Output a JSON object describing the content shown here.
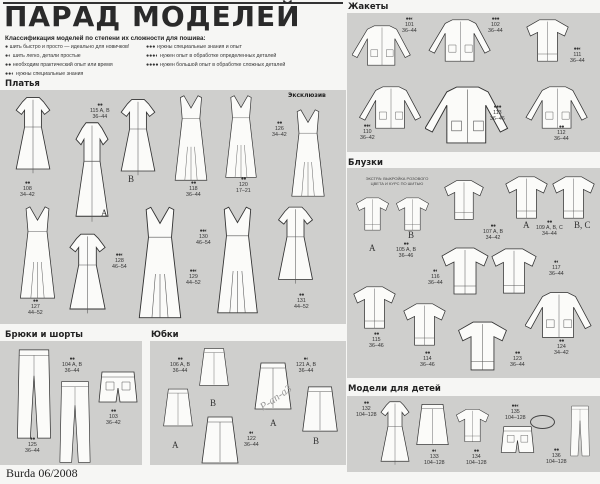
{
  "title": "ПАРАД МОДЕЛЕЙ",
  "legend": {
    "heading": "Классификация моделей по степени их сложности для пошива:",
    "items": [
      {
        "dots": "●",
        "text": "шить быстро и просто — идеально для новичков!"
      },
      {
        "dots": "●◐",
        "text": "шить легко, детали простые"
      },
      {
        "dots": "●●",
        "text": "необходим практический опыт или время"
      },
      {
        "dots": "●●◐",
        "text": "нужны специальные знания"
      },
      {
        "dots": "●●●",
        "text": "нужны специальные знания и опыт"
      },
      {
        "dots": "●●●◐",
        "text": "нужен опыт в обработке определенных деталей"
      },
      {
        "dots": "●●●●",
        "text": "нужен большой опыт в обработке сложных деталей"
      }
    ]
  },
  "sections": {
    "dresses": "Платья",
    "exclusive": "Эксклюзив",
    "pants": "Брюки и шорты",
    "skirts": "Юбки",
    "jackets": "Жакеты",
    "blouses": "Блузки",
    "kids": "Модели для детей"
  },
  "blouse_extra": "ЭКСТРА: ВЫКРОЙКА РОЗОВОГО ЦВЕТА И КУРС ПО ШИТЬЮ",
  "models": {
    "m108": {
      "dots": "●●",
      "num": "108",
      "sizes": "34–42"
    },
    "m115": {
      "dots": "●●",
      "num": "115 A, B",
      "sizes": "36–44"
    },
    "m118": {
      "dots": "●●",
      "num": "118",
      "sizes": "36–44"
    },
    "m120": {
      "dots": "●●",
      "num": "120",
      "sizes": "17–21"
    },
    "m126": {
      "dots": "●●",
      "num": "126",
      "sizes": "34–42"
    },
    "m127": {
      "dots": "●●",
      "num": "127",
      "sizes": "44–52"
    },
    "m128": {
      "dots": "●●◐",
      "num": "128",
      "sizes": "46–54"
    },
    "m129": {
      "dots": "●●◐",
      "num": "129",
      "sizes": "44–52"
    },
    "m130": {
      "dots": "●●◐",
      "num": "130",
      "sizes": "46–54"
    },
    "m131": {
      "dots": "●●",
      "num": "131",
      "sizes": "44–52"
    },
    "m125": {
      "dots": "●●",
      "num": "125",
      "sizes": "36–44"
    },
    "m104": {
      "dots": "●●",
      "num": "104 A, B",
      "sizes": "36–44"
    },
    "m103": {
      "dots": "●●",
      "num": "103",
      "sizes": "36–42"
    },
    "m106": {
      "dots": "●●",
      "num": "106 A, B",
      "sizes": "36–44"
    },
    "m121": {
      "dots": "●◐",
      "num": "121 A, B",
      "sizes": "36–44"
    },
    "m122": {
      "dots": "●◐",
      "num": "122",
      "sizes": "36–44"
    },
    "m101": {
      "dots": "●●◐",
      "num": "101",
      "sizes": "36–44"
    },
    "m102": {
      "dots": "●●●",
      "num": "102",
      "sizes": "36–44"
    },
    "m111": {
      "dots": "●●◐",
      "num": "111",
      "sizes": "36–44"
    },
    "m110": {
      "dots": "●●◐",
      "num": "110",
      "sizes": "36–42"
    },
    "m113": {
      "dots": "●●●",
      "num": "113",
      "sizes": "36–46"
    },
    "m112": {
      "dots": "●●",
      "num": "112",
      "sizes": "36–44"
    },
    "m105": {
      "dots": "●●",
      "num": "105 A, B",
      "sizes": "36–46"
    },
    "m107": {
      "dots": "●●",
      "num": "107 A, B",
      "sizes": "34–42"
    },
    "m109": {
      "dots": "●●",
      "num": "109 A, B, C",
      "sizes": "34–44"
    },
    "m116": {
      "dots": "●◐",
      "num": "116",
      "sizes": "36–44"
    },
    "m117": {
      "dots": "●◐",
      "num": "117",
      "sizes": "36–44"
    },
    "m119": {
      "dots": "●●",
      "num": "115",
      "sizes": "36–46"
    },
    "m114": {
      "dots": "●●",
      "num": "114",
      "sizes": "36–46"
    },
    "m123": {
      "dots": "●●",
      "num": "123",
      "sizes": "36–44"
    },
    "m124": {
      "dots": "●●",
      "num": "124",
      "sizes": "34–42"
    },
    "m132": {
      "dots": "●●",
      "num": "132",
      "sizes": "104–128"
    },
    "m133": {
      "dots": "●◐",
      "num": "133",
      "sizes": "104–128"
    },
    "m134": {
      "dots": "●●",
      "num": "134",
      "sizes": "104–128"
    },
    "m135": {
      "dots": "●●◐",
      "num": "135",
      "sizes": "104–128"
    },
    "m136": {
      "dots": "●●",
      "num": "136",
      "sizes": "104–128"
    }
  },
  "letters": {
    "a": "A",
    "b": "B",
    "bc": "B, C"
  },
  "footer": "Burda 06/2008",
  "watermark": "P-an-a3"
}
